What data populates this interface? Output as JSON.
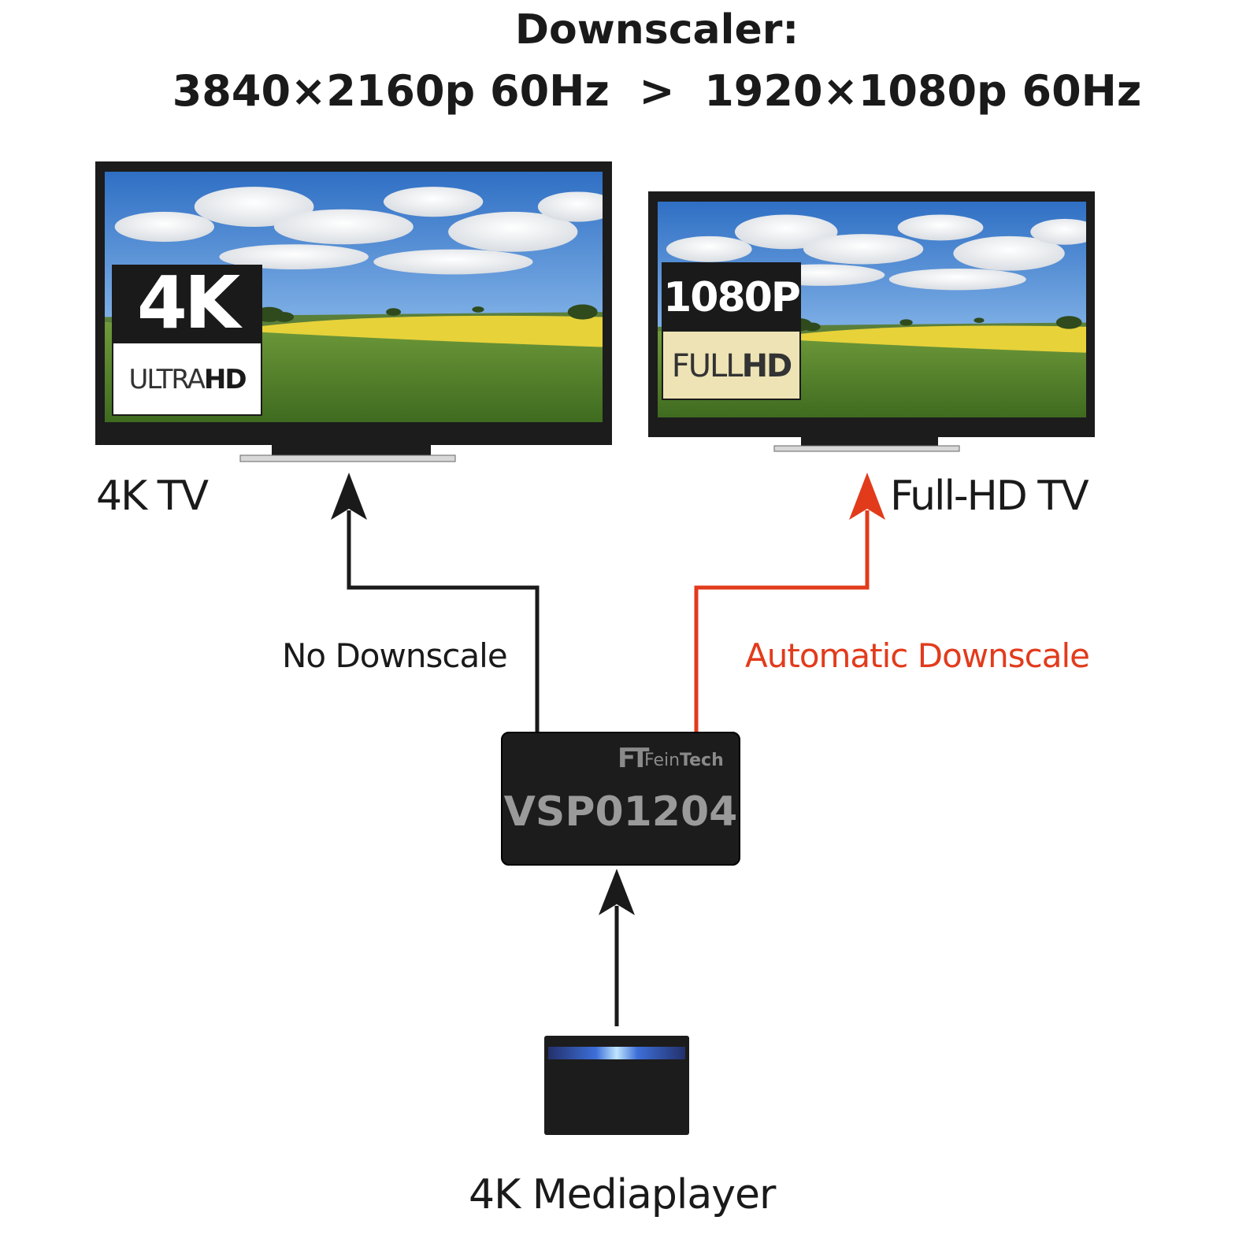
{
  "title": {
    "line1": "Downscaler:",
    "line2": "3840×2160p 60Hz  >  1920×1080p 60Hz"
  },
  "tv_4k": {
    "label": "4K TV",
    "badge_top": "4K",
    "badge_bottom_light": "ULTRA",
    "badge_bottom_bold": "HD"
  },
  "tv_fullhd": {
    "label": "Full-HD TV",
    "badge_top": "1080P",
    "badge_bottom_light": "FULL",
    "badge_bottom_bold": "HD"
  },
  "paths": {
    "left_label": "No Downscale",
    "right_label": "Automatic Downscale"
  },
  "device": {
    "brand_logo": "FT",
    "brand_name_light": "Fein",
    "brand_name_bold": "Tech",
    "model": "VSP01204"
  },
  "source": {
    "label": "4K Mediaplayer"
  },
  "colors": {
    "downscale_arrow": "#e23b1c",
    "direct_arrow": "#1a1a1a",
    "fullhd_badge": "#ede3b5"
  }
}
